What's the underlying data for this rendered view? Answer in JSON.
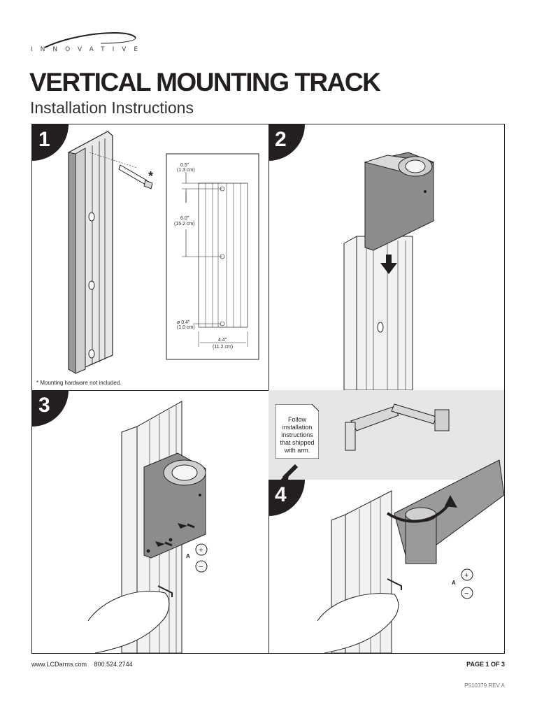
{
  "brand": {
    "logo_text": "INNOVATIVE"
  },
  "header": {
    "title": "VERTICAL MOUNTING TRACK",
    "subtitle": "Installation Instructions"
  },
  "steps": [
    {
      "number": "1"
    },
    {
      "number": "2"
    },
    {
      "number": "3"
    },
    {
      "number": "4"
    }
  ],
  "step1": {
    "note_symbol": "*",
    "note": "Mounting hardware not included.",
    "dimensions": {
      "top_in": "0.5\"",
      "top_cm": "(1.3 cm)",
      "spacing_in": "6.0\"",
      "spacing_cm": "(15.2 cm)",
      "hole_in": "ø 0.4\"",
      "hole_cm": "(1.0 cm)",
      "width_in": "4.4\"",
      "width_cm": "(11.2 cm)"
    }
  },
  "step3": {
    "tool_label": "A",
    "tighten": "+",
    "loosen": "−"
  },
  "step4": {
    "callout": "Follow installation instructions that shipped with arm.",
    "tool_label": "A",
    "tighten": "+",
    "loosen": "−"
  },
  "footer": {
    "website": "www.LCDarms.com",
    "phone": "800.524.2744",
    "page": "PAGE 1 OF 3",
    "doc_code": "P510379  REV A"
  },
  "colors": {
    "ink": "#231f20",
    "panel_gray": "#8c8c8c",
    "track_light": "#f2f2f2",
    "shade": "#e6e6e6"
  }
}
